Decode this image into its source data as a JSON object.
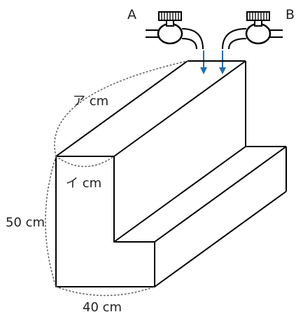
{
  "faucets": {
    "a_label": "A",
    "b_label": "B",
    "flow_color": "#1f6fb4"
  },
  "dimensions": {
    "top_length": "ア cm",
    "step_width": "イ cm",
    "height": "50 cm",
    "depth": "40 cm"
  },
  "colors": {
    "line": "#000000",
    "dotted": "#666666",
    "text": "#222222",
    "arrow": "#1f6fb4"
  }
}
